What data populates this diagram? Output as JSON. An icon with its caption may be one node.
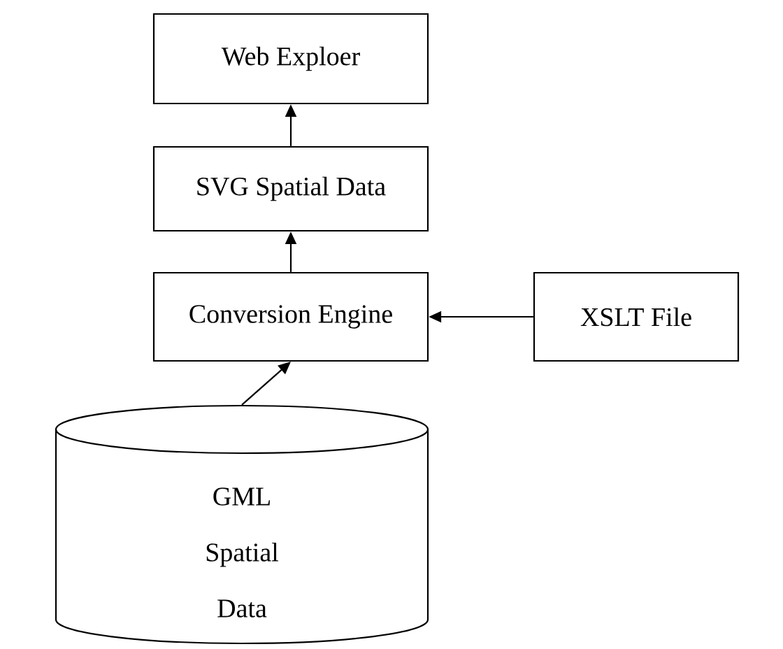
{
  "diagram": {
    "nodes": [
      {
        "text": [
          "Web Exploer"
        ]
      },
      {
        "text": [
          "SVG Spatial Data"
        ]
      },
      {
        "text": [
          "Conversion Engine"
        ]
      },
      {
        "text": [
          "XSLT File"
        ]
      },
      {
        "text": [
          "GML Spatial Data"
        ]
      }
    ],
    "edges": [
      {
        "from": 1,
        "to": 0,
        "arrow": "to"
      },
      {
        "from": 2,
        "to": 1,
        "arrow": "to"
      },
      {
        "from": 3,
        "to": 2,
        "arrow": "to"
      },
      {
        "from": 4,
        "to": 2,
        "arrow": "to"
      }
    ]
  }
}
